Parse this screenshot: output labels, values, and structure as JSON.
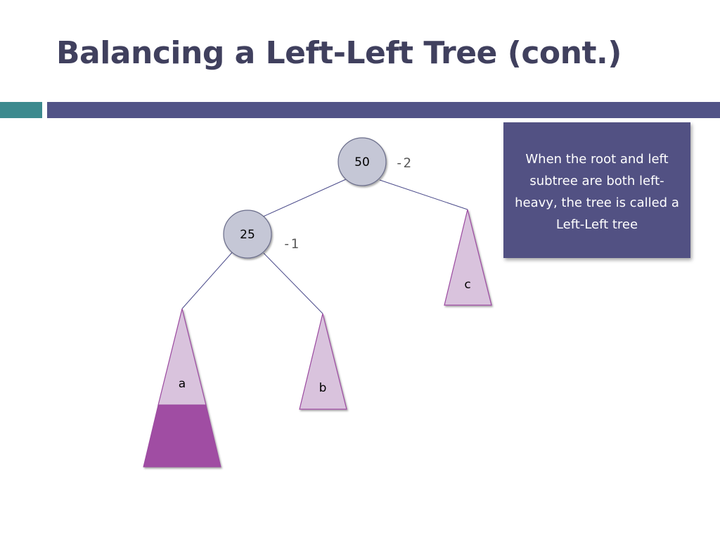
{
  "slide": {
    "title": "Balancing a Left-Left Tree (cont.)",
    "callout_text": "When the root and left subtree are both left-heavy, the tree is called a Left-Left tree"
  },
  "tree": {
    "root": {
      "value": "50",
      "balance": "-2"
    },
    "left_child": {
      "value": "25",
      "balance": "-1"
    },
    "subtrees": {
      "a": "a",
      "b": "b",
      "c": "c"
    }
  },
  "colors": {
    "title": "#40405e",
    "accent_teal": "#3c8a8e",
    "accent_purple": "#515387",
    "callout_bg": "#525183",
    "node_fill": "#c5c7d6",
    "node_stroke": "#6b6d8a",
    "edge": "#4a4a8a",
    "subtree_fill": "#d9c3dd",
    "subtree_stroke": "#9b4aa0",
    "subtree_extra_fill": "#a04da3"
  }
}
